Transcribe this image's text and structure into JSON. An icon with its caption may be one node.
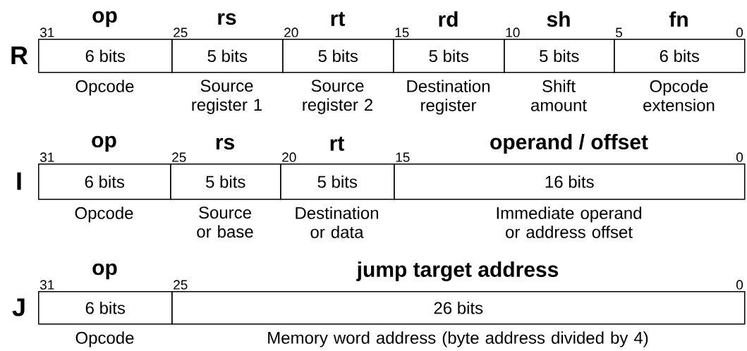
{
  "diagram": {
    "nodes": [
      {
        "text": [
          "op",
          "6 bits"
        ],
        "beside": [
          "Opcode"
        ]
      },
      {
        "text": [
          "rs",
          "5 bits"
        ],
        "beside": [
          "Source register 1"
        ]
      },
      {
        "text": [
          "rt",
          "5 bits"
        ],
        "beside": [
          "Source register 2"
        ]
      },
      {
        "text": [
          "rd",
          "5 bits"
        ],
        "beside": [
          "Destination register"
        ]
      },
      {
        "text": [
          "sh",
          "5 bits"
        ],
        "beside": [
          "Shift amount"
        ]
      },
      {
        "text": [
          "fn",
          "6 bits"
        ],
        "beside": [
          "Opcode extension"
        ]
      },
      {
        "text": [
          "op",
          "6 bits"
        ],
        "beside": [
          "Opcode"
        ]
      },
      {
        "text": [
          "rs",
          "5 bits"
        ],
        "beside": [
          "Source or base"
        ]
      },
      {
        "text": [
          "rt",
          "5 bits"
        ],
        "beside": [
          "Destination or data"
        ]
      },
      {
        "text": [
          "operand / offset",
          "16 bits"
        ],
        "beside": [
          "Immediate operand or address offset"
        ]
      },
      {
        "text": [
          "op",
          "6 bits"
        ],
        "beside": [
          "Opcode"
        ]
      },
      {
        "text": [
          "jump target address",
          "26 bits"
        ],
        "beside": [
          "Memory word address (byte address divided by 4)"
        ]
      }
    ],
    "labels": [
      "31",
      "25",
      "20",
      "15",
      "10",
      "5",
      "0",
      "R",
      "31",
      "25",
      "20",
      "15",
      "0",
      "I",
      "31",
      "25",
      "0",
      "J"
    ]
  }
}
